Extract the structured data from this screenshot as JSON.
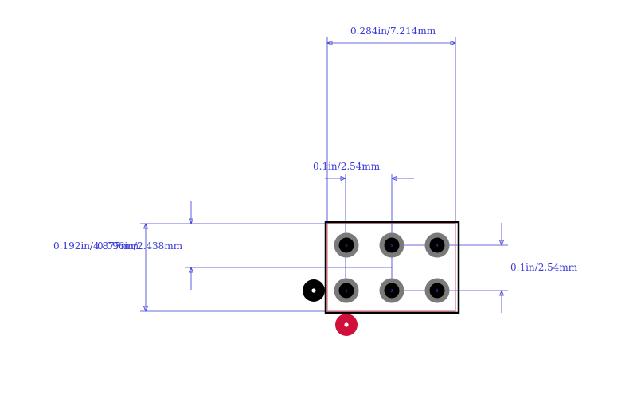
{
  "dimensions": {
    "width_total": "0.284in/7.214mm",
    "pitch_x": "0.1in/2.54mm",
    "height_total": "0.192in/4.877mm",
    "height_inner": "0.096in/2.438mm",
    "pitch_y": "0.1in/2.54mm"
  },
  "pins": [
    {
      "label": "1"
    },
    {
      "label": "2"
    },
    {
      "label": "3"
    },
    {
      "label": "4"
    },
    {
      "label": "5"
    },
    {
      "label": "6"
    }
  ],
  "colors": {
    "dimension_line": "#3a3ad8",
    "outline": "#000000",
    "courtyard": "#e07080",
    "pad_ring": "#7a7a7a",
    "pad_hole": "#000000",
    "origin_marker": "#d0103a",
    "pin1_marker": "#000000"
  }
}
